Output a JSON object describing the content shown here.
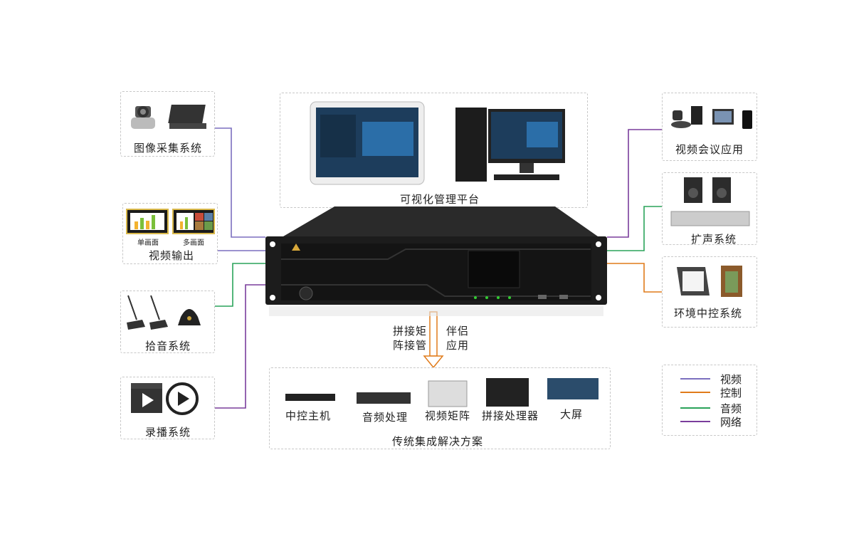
{
  "systems": {
    "image_capture": "图像采集系统",
    "video_output": "视频输出",
    "single_screen": "单画面",
    "multi_screen": "多画面",
    "audio_pickup": "拾音系统",
    "recording": "录播系统",
    "visual_platform": "可视化管理平台",
    "video_conference": "视频会议应用",
    "sound_reinforcement": "扩声系统",
    "env_control": "环境中控系统"
  },
  "center": {
    "left_note_1": "拼接矩",
    "left_note_2": "阵接管",
    "right_note_1": "伴侣",
    "right_note_2": "应用"
  },
  "traditional": {
    "title": "传统集成解决方案",
    "items": [
      "中控主机",
      "音频处理",
      "视频矩阵",
      "拼接处理器",
      "大屏"
    ]
  },
  "legend": [
    {
      "label": "视频",
      "color": "#7b6fbf"
    },
    {
      "label": "控制",
      "color": "#e07b1a"
    },
    {
      "label": "音频",
      "color": "#2aa35a"
    },
    {
      "label": "网络",
      "color": "#7a3d9c"
    }
  ],
  "colors": {
    "video": "#7b6fbf",
    "control": "#e07b1a",
    "audio": "#2aa35a",
    "network": "#7a3d9c"
  }
}
